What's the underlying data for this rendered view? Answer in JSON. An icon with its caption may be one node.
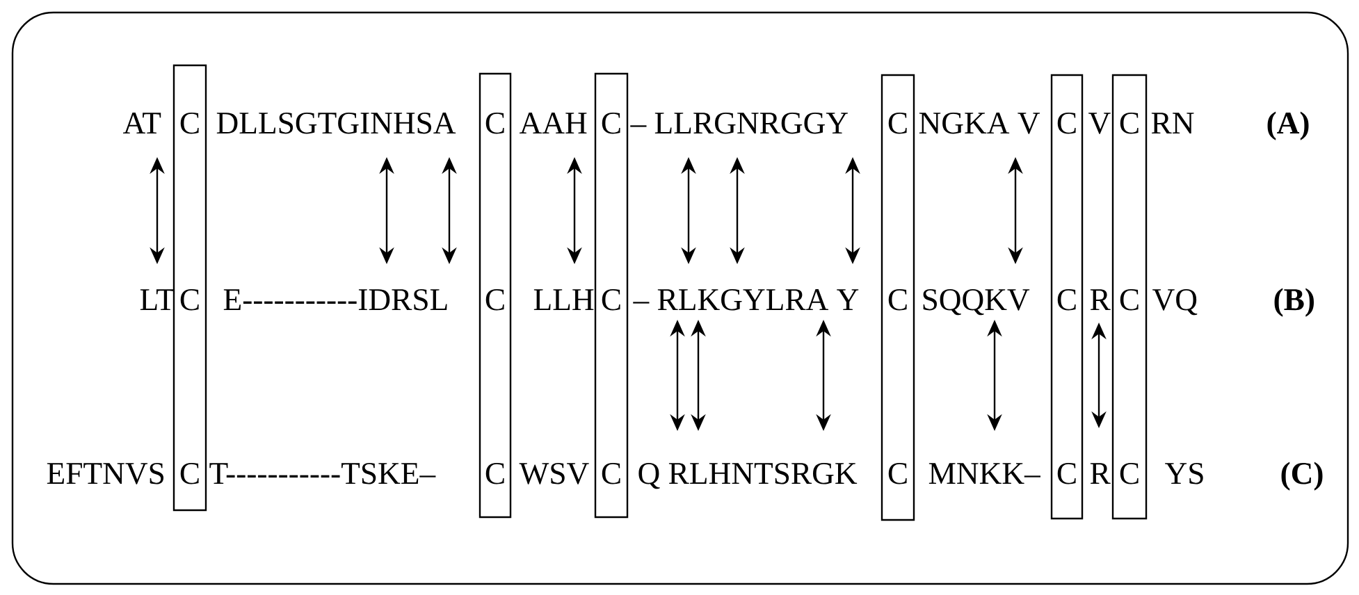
{
  "diagram": {
    "nodes": [
      {
        "text": [
          "C",
          "C",
          "C"
        ]
      },
      {
        "text": [
          "C",
          "C",
          "C"
        ]
      },
      {
        "text": [
          "C",
          "C",
          "C"
        ]
      },
      {
        "text": [
          "C",
          "C",
          "C"
        ]
      },
      {
        "text": [
          "C",
          "C",
          "C"
        ]
      },
      {
        "text": [
          "C",
          "C",
          "C"
        ]
      }
    ],
    "labels": [
      "AT",
      "DLLSGTGINHSA",
      "AAH",
      "– LLRGNRGGY",
      "NGKA V",
      "V",
      "RN",
      "(A)",
      "LT",
      "E-----------IDRSL",
      "LLH",
      "– RLKGYLRA Y",
      "SQQKV",
      "R",
      "VQ",
      "(B)",
      "EFTNVS",
      "T-----------TSKE–",
      "WSV",
      "Q RLHNTSRGK",
      "MNKK–",
      "R",
      "YS",
      "(C)"
    ]
  }
}
